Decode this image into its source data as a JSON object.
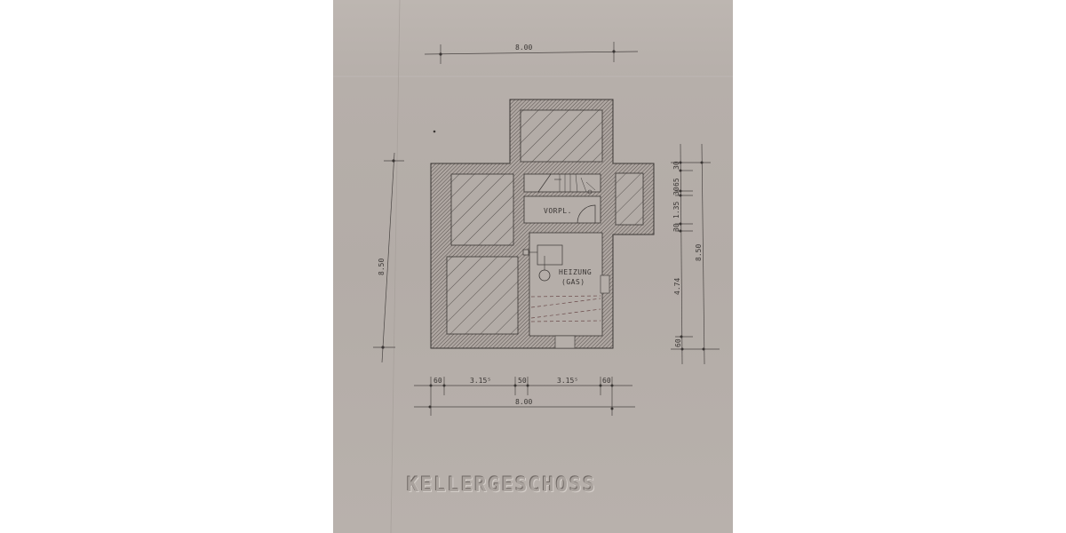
{
  "drawing": {
    "title": "KELLERGESCHOSS",
    "rooms": {
      "vestibule": "VORPL.",
      "heating_line1": "HEIZUNG",
      "heating_line2": "(GAS)"
    },
    "dimensions": {
      "top_overall": "8.00",
      "left_overall": "8.50",
      "right_overall": "8.50",
      "right_segments": [
        "30",
        "65",
        "30",
        "1.35",
        "30",
        "4.74",
        "60"
      ],
      "bottom_segments": [
        "60",
        "3.15⁵",
        "50",
        "3.15⁵",
        "60"
      ],
      "bottom_overall": "8.00"
    },
    "colors": {
      "paper": "#b9b2ad",
      "ink": "#3a3634",
      "wall_fill": "#a39b96"
    }
  }
}
